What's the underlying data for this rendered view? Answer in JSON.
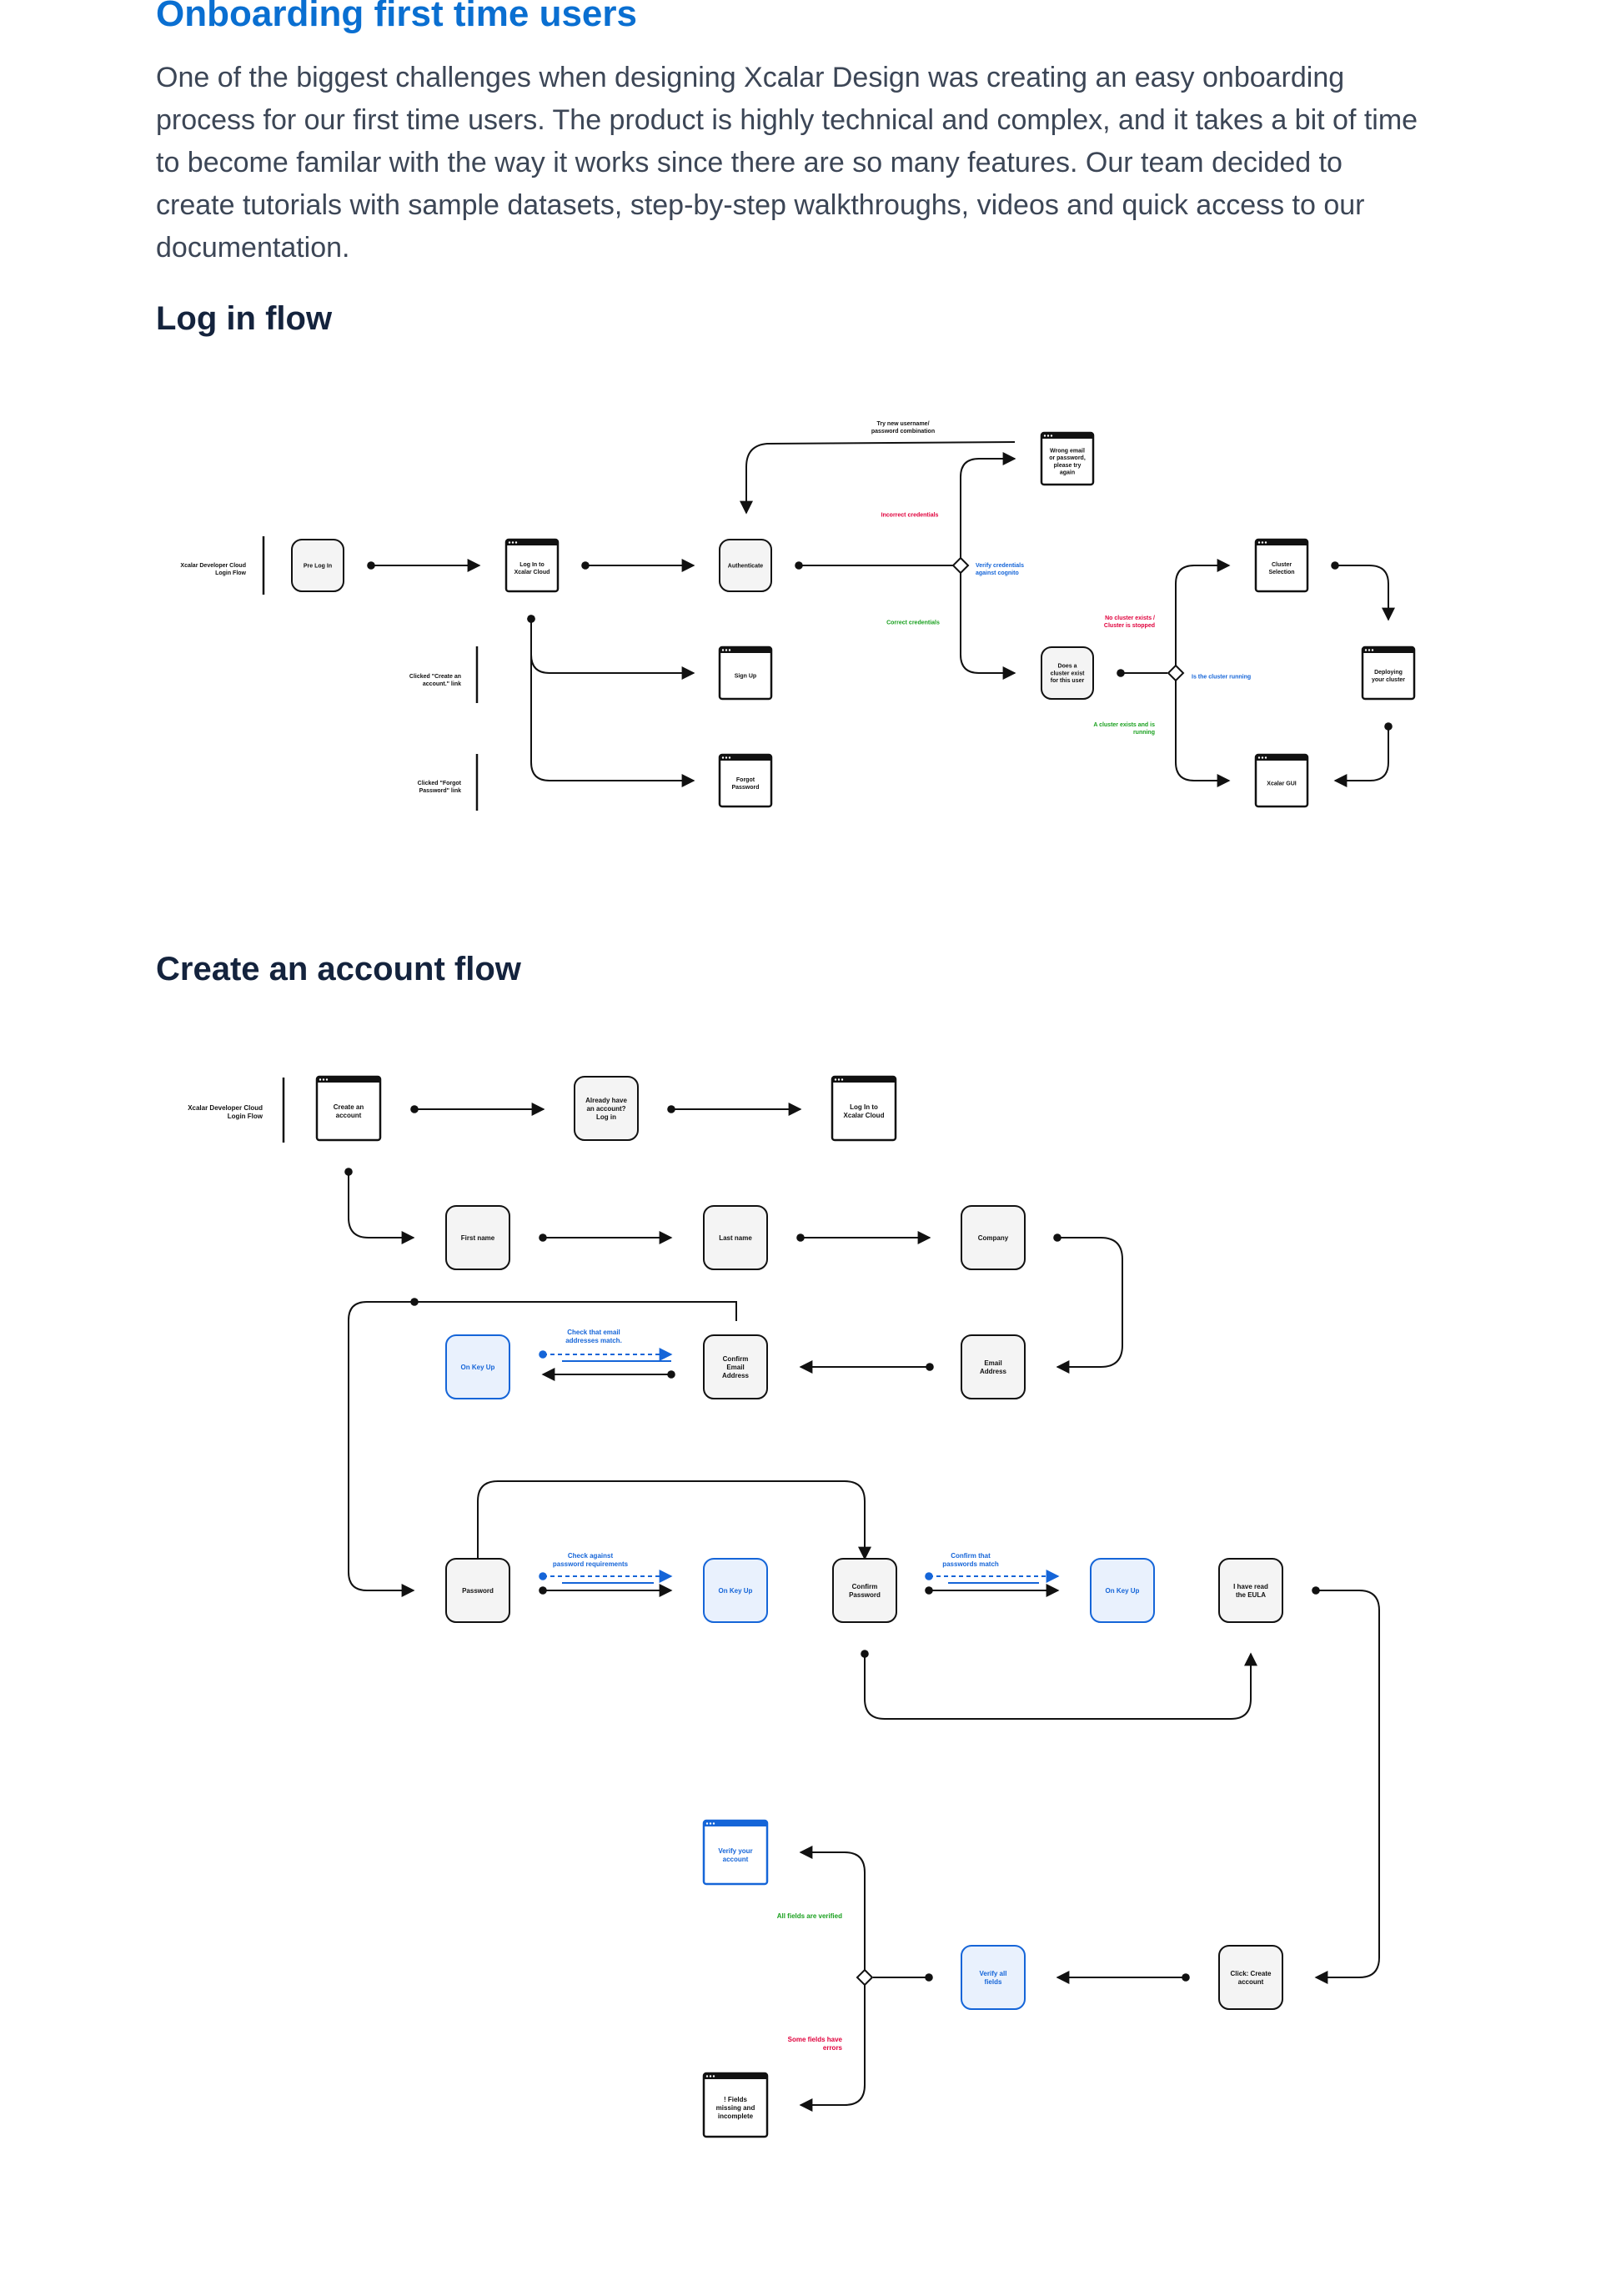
{
  "header": {
    "title": "Onboarding first time users",
    "intro": "One of the biggest challenges when designing Xcalar Design was creating an easy onboarding process for our first time users. The product is highly technical and complex, and it takes a bit of time to become familar with the way it works since there are so many features. Our team decided to create tutorials with sample datasets, step-by-step walkthroughs, videos and quick access to our documentation."
  },
  "colors": {
    "title_blue": "#0a6fd1",
    "node_blue": "#1565d8",
    "node_blue_fill": "#e9f1fd",
    "error_red": "#e0003c",
    "success_green": "#19a01e",
    "node_fill": "#f4f4f4",
    "line": "#111111"
  },
  "login_flow": {
    "title": "Log in flow",
    "lane_labels": {
      "main": "Xcalar Developer Cloud\nLogin Flow",
      "create": "Clicked \"Create an\naccount.\" link",
      "forgot": "Clicked \"Forgot\nPassword\" link"
    },
    "nodes": {
      "pre_log_in": "Pre Log In",
      "log_in_xcalar": "Log In to\nXcalar Cloud",
      "authenticate": "Authenticate",
      "sign_up": "Sign Up",
      "forgot_password": "Forgot\nPassword",
      "wrong_email": "Wrong email\nor password,\nplease try\nagain",
      "cluster_exist": "Does a\ncluster exist\nfor this user",
      "cluster_selection": "Cluster\nSelection",
      "deploying_cluster": "Deploying\nyour cluster",
      "xcalar_gui": "Xcalar GUI"
    },
    "edge_labels": {
      "try_new": "Try new username/\npassword combination",
      "incorrect": "Incorrect credentials",
      "verify": "Verify credentials\nagainst cognito",
      "correct": "Correct credentials",
      "no_cluster": "No cluster exists /\nCluster is stopped",
      "cluster_running": "Is the cluster running",
      "cluster_exists_running": "A cluster exists and is\nrunning"
    }
  },
  "account_flow": {
    "title": "Create an account flow",
    "lane_label": "Xcalar Developer Cloud\nLogin Flow",
    "nodes": {
      "create_account": "Create an\naccount",
      "already_have": "Already have\nan account?\nLog in",
      "log_in_xcalar": "Log In to\nXcalar Cloud",
      "first_name": "First name",
      "last_name": "Last name",
      "company": "Company",
      "on_key_up_email": "On Key Up",
      "confirm_email": "Confirm\nEmail\nAddress",
      "email_address": "Email\nAddress",
      "password": "Password",
      "on_key_up_password": "On Key Up",
      "confirm_password": "Confirm\nPassword",
      "on_key_up_confirm": "On Key Up",
      "eula": "I have read\nthe EULA",
      "verify_account": "Verify your\naccount",
      "verify_fields": "Verify all\nfields",
      "click_create": "Click: Create\naccount",
      "fields_missing": "! Fields\nmissing and\nincomplete"
    },
    "edge_labels": {
      "check_email": "Check that email\naddresses match.",
      "check_password": "Check against\npassword requirements",
      "confirm_passwords": "Confirm that\npasswords match",
      "all_verified": "All fields are verified",
      "some_errors": "Some fields have\nerrors"
    }
  }
}
